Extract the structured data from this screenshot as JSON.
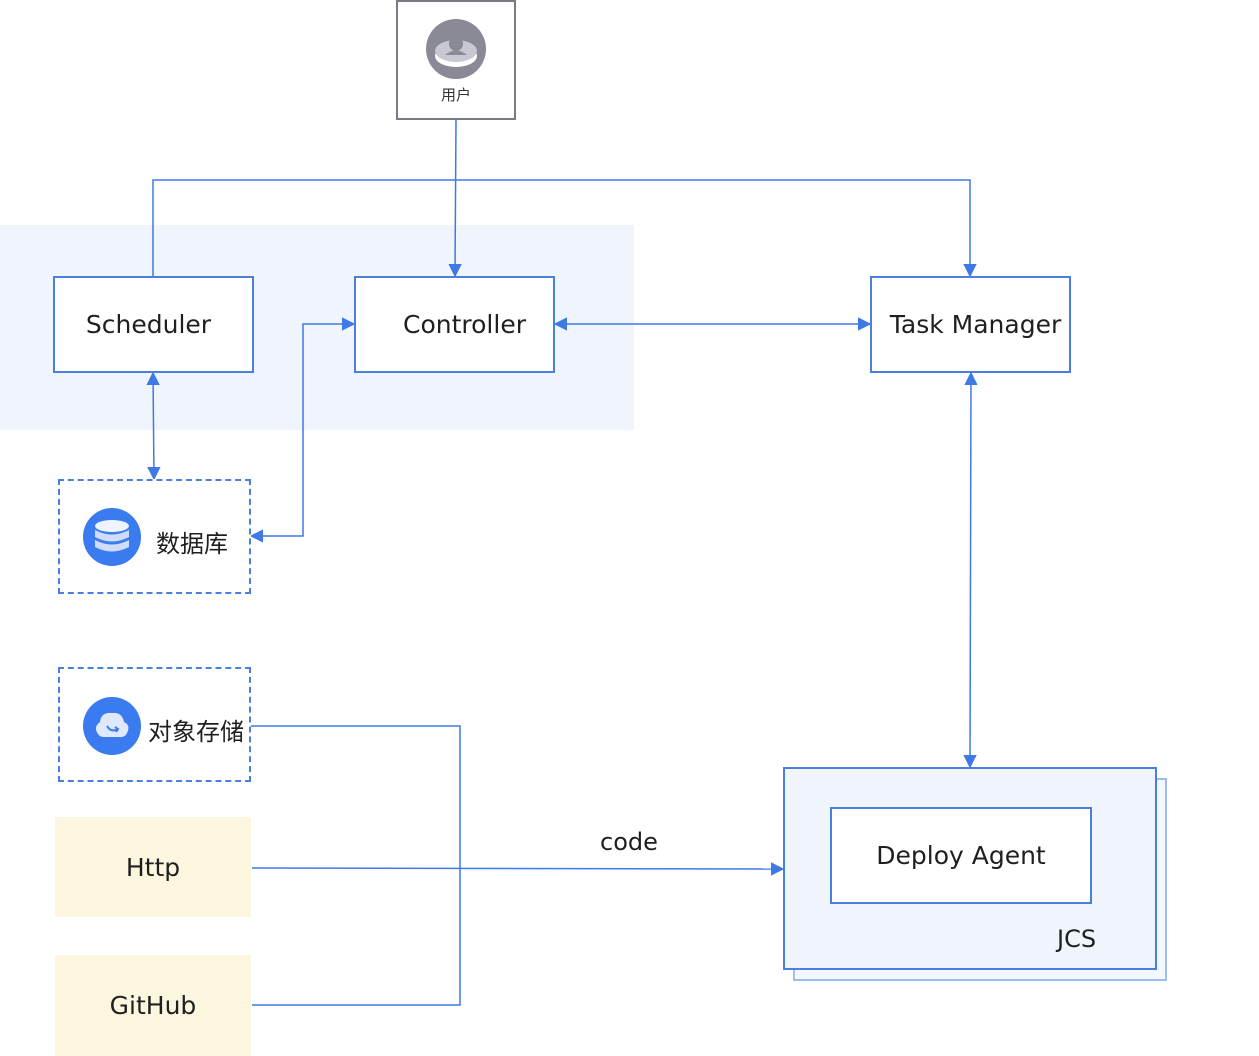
{
  "user": {
    "label": "用户",
    "icon": "user-icon"
  },
  "scheduler": {
    "label": "Scheduler"
  },
  "controller": {
    "label": "Controller"
  },
  "task_manager": {
    "label": "Task Manager"
  },
  "database": {
    "label": "数据库",
    "icon": "database-icon"
  },
  "object_storage": {
    "label": "对象存储",
    "icon": "cloud-storage-icon"
  },
  "http": {
    "label": "Http"
  },
  "github": {
    "label": "GitHub"
  },
  "deploy_agent": {
    "label": "Deploy Agent"
  },
  "jcs": {
    "label": "JCS"
  },
  "edge_label": {
    "code": "code"
  },
  "colors": {
    "line": "#3f79e6",
    "box_border": "#4a7fe0",
    "group_bg": "#eff4fd",
    "yellow_bg": "#fdf6df",
    "icon_blue": "#3a7bf0",
    "user_icon_gray": "#8a8a96"
  }
}
